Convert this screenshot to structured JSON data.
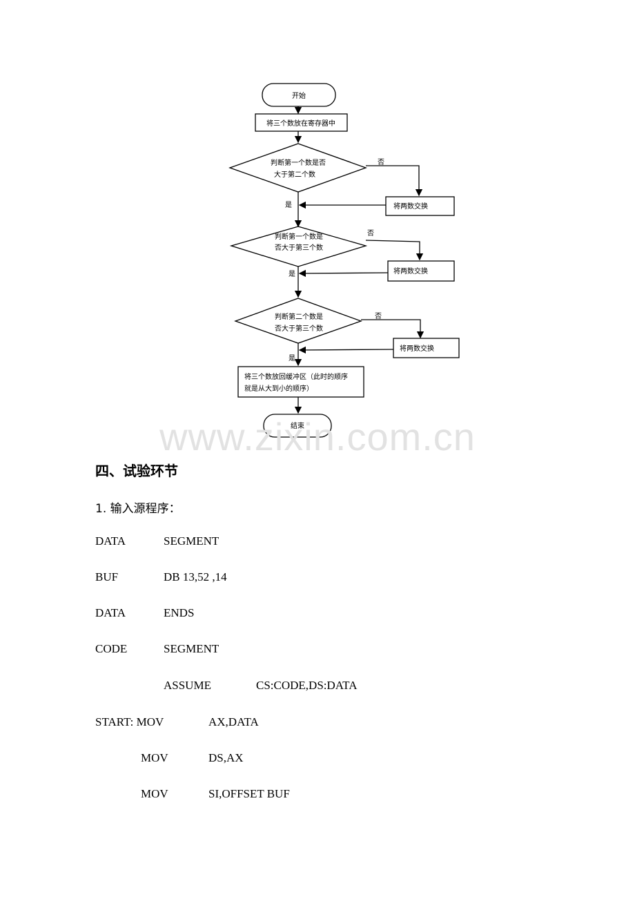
{
  "flowchart": {
    "start": "开始",
    "load_registers": "将三个数放在寄存器中",
    "decision1_line1": "判断第一个数是否",
    "decision1_line2": "大于第二个数",
    "decision2_line1": "判断第一个数是",
    "decision2_line2": "否大于第三个数",
    "decision3_line1": "判断第二个数是",
    "decision3_line2": "否大于第三个数",
    "swap": "将两数交换",
    "yes": "是",
    "no": "否",
    "store_line1": "将三个数放回缓冲区（此时的顺序",
    "store_line2": "就是从大到小的顺序）",
    "end": "结束"
  },
  "watermark": "www.zixin.com.cn",
  "section_heading": "四、试验环节",
  "step1": "1. 输入源程序：",
  "code_lines": [
    {
      "label": "DATA",
      "op": "SEGMENT",
      "arg": ""
    },
    {
      "label": "BUF",
      "op": "DB 13,52 ,14",
      "arg": ""
    },
    {
      "label": "DATA",
      "op": "ENDS",
      "arg": ""
    },
    {
      "label": "CODE",
      "op": "SEGMENT",
      "arg": ""
    },
    {
      "label": "",
      "op": "ASSUME",
      "arg": "CS:CODE,DS:DATA"
    },
    {
      "label": "START: MOV",
      "op": "",
      "arg": "AX,DATA"
    },
    {
      "label": "",
      "op": "MOV",
      "arg": "DS,AX"
    },
    {
      "label": "",
      "op": "MOV",
      "arg": "SI,OFFSET BUF"
    }
  ]
}
